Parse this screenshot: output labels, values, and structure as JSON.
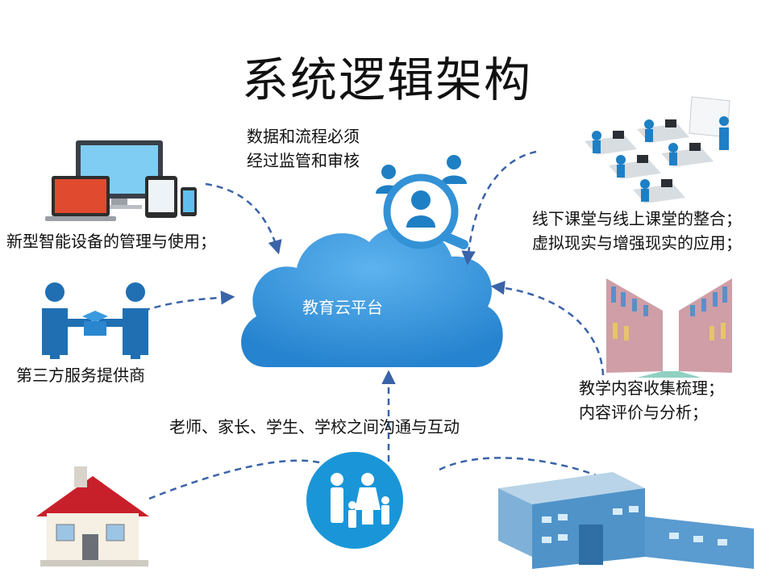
{
  "title": "系统逻辑架构",
  "center": {
    "label": "教育云平台"
  },
  "notes": {
    "monitor_line1": "数据和流程必须",
    "monitor_line2": "经过监管和审核",
    "devices": "新型智能设备的管理与使用；",
    "classroom_line1": "线下课堂与线上课堂的整合；",
    "classroom_line2": "虚拟现实与增强现实的应用；",
    "third_party": "第三方服务提供商",
    "content_line1": "教学内容收集梳理；",
    "content_line2": "内容评价与分析；",
    "communication": "老师、家长、学生、学校之间沟通与互动"
  },
  "colors": {
    "cloud": "#2f90d8",
    "accent": "#1f7fc4",
    "arrow": "#3a63a8",
    "roof": "#c8202a"
  }
}
